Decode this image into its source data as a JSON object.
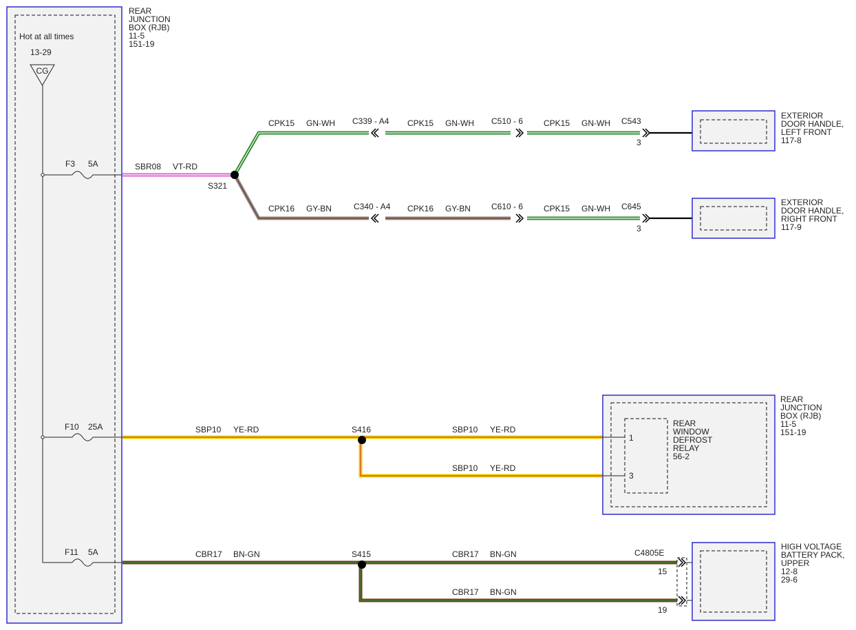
{
  "rjb_main": {
    "title": [
      "REAR",
      "JUNCTION",
      "BOX (RJB)",
      "11-5",
      "151-19"
    ],
    "hot_label": "Hot at all times",
    "ground_ref": "13-29",
    "ground_code": "CG"
  },
  "fuses": [
    {
      "id": "F3",
      "rating": "5A"
    },
    {
      "id": "F10",
      "rating": "25A"
    },
    {
      "id": "F11",
      "rating": "5A"
    }
  ],
  "wires": {
    "sbr08": {
      "circuit": "SBR08",
      "color": "VT-RD"
    },
    "cpk15_a": {
      "circuit": "CPK15",
      "color": "GN-WH"
    },
    "cpk15_b": {
      "circuit": "CPK15",
      "color": "GN-WH"
    },
    "cpk15_c": {
      "circuit": "CPK15",
      "color": "GN-WH"
    },
    "cpk16_a": {
      "circuit": "CPK16",
      "color": "GY-BN"
    },
    "cpk16_b": {
      "circuit": "CPK16",
      "color": "GY-BN"
    },
    "cpk15_d": {
      "circuit": "CPK15",
      "color": "GN-WH"
    },
    "sbp10_a": {
      "circuit": "SBP10",
      "color": "YE-RD"
    },
    "sbp10_b": {
      "circuit": "SBP10",
      "color": "YE-RD"
    },
    "sbp10_c": {
      "circuit": "SBP10",
      "color": "YE-RD"
    },
    "cbr17_a": {
      "circuit": "CBR17",
      "color": "BN-GN"
    },
    "cbr17_b": {
      "circuit": "CBR17",
      "color": "BN-GN"
    },
    "cbr17_c": {
      "circuit": "CBR17",
      "color": "BN-GN"
    }
  },
  "splices": {
    "s321": "S321",
    "s416": "S416",
    "s415": "S415"
  },
  "connectors": {
    "c339": "C339 - A4",
    "c510": "C510 - 6",
    "c543": "C543",
    "c543_pin": "3",
    "c340": "C340 - A4",
    "c610": "C610 - 6",
    "c645": "C645",
    "c645_pin": "3",
    "c4805e": "C4805E",
    "c4805e_pin1": "15",
    "c4805e_pin2": "19"
  },
  "components": {
    "door_lf": [
      "EXTERIOR",
      "DOOR HANDLE,",
      "LEFT FRONT",
      "117-8"
    ],
    "door_rf": [
      "EXTERIOR",
      "DOOR HANDLE,",
      "RIGHT FRONT",
      "117-9"
    ],
    "rjb2": [
      "REAR",
      "JUNCTION",
      "BOX (RJB)",
      "11-5",
      "151-19"
    ],
    "relay": [
      "REAR",
      "WINDOW",
      "DEFROST",
      "RELAY",
      "56-2"
    ],
    "relay_pin1": "1",
    "relay_pin3": "3",
    "hv_battery": [
      "HIGH VOLTAGE",
      "BATTERY PACK,",
      "UPPER",
      "12-8",
      "29-6"
    ]
  },
  "colors": {
    "box_border": "#2d2dcc",
    "violet": "#e060d0",
    "red": "#d04040",
    "green": "#2e8b2e",
    "white": "#ffffff",
    "gray": "#8a8a8a",
    "brown": "#7a3a1e",
    "yellow": "#f0d000"
  }
}
